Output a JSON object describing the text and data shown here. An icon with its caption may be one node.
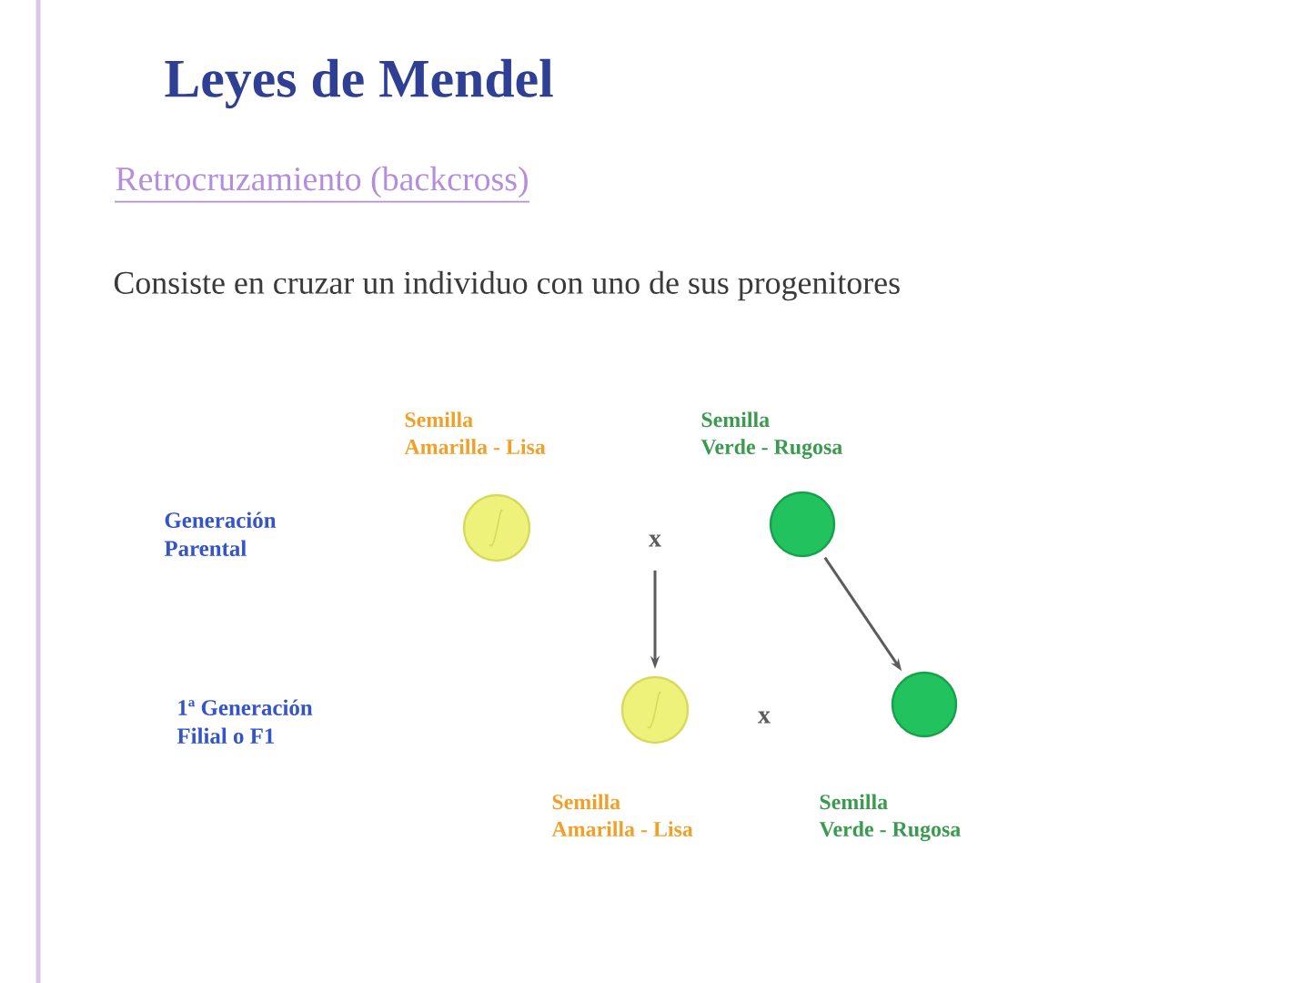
{
  "diagram": {
    "title": "Leyes de Mendel",
    "nodes": [
      {
        "text": [],
        "shape": "circle",
        "beside": [
          "Semilla Amarilla - Lisa"
        ]
      },
      {
        "text": [
          "x"
        ]
      },
      {
        "text": [],
        "shape": "circle",
        "beside": [
          "Semilla Verde - Rugosa"
        ]
      },
      {
        "text": [],
        "shape": "circle",
        "beside": [
          "Semilla Amarilla - Lisa"
        ]
      },
      {
        "text": [],
        "shape": "circle",
        "beside": [
          "Semilla Verde - Rugosa"
        ]
      }
    ],
    "edges": [
      {
        "from": 1,
        "to": 3,
        "arrow": "to"
      },
      {
        "from": 2,
        "to": 4,
        "arrow": "to"
      }
    ],
    "labels": [
      "Retrocruzamiento (backcross)",
      "Consiste en cruzar un individuo con uno de sus progenitores",
      "Generación Parental",
      "1ª Generación Filial o F1",
      "x"
    ]
  }
}
